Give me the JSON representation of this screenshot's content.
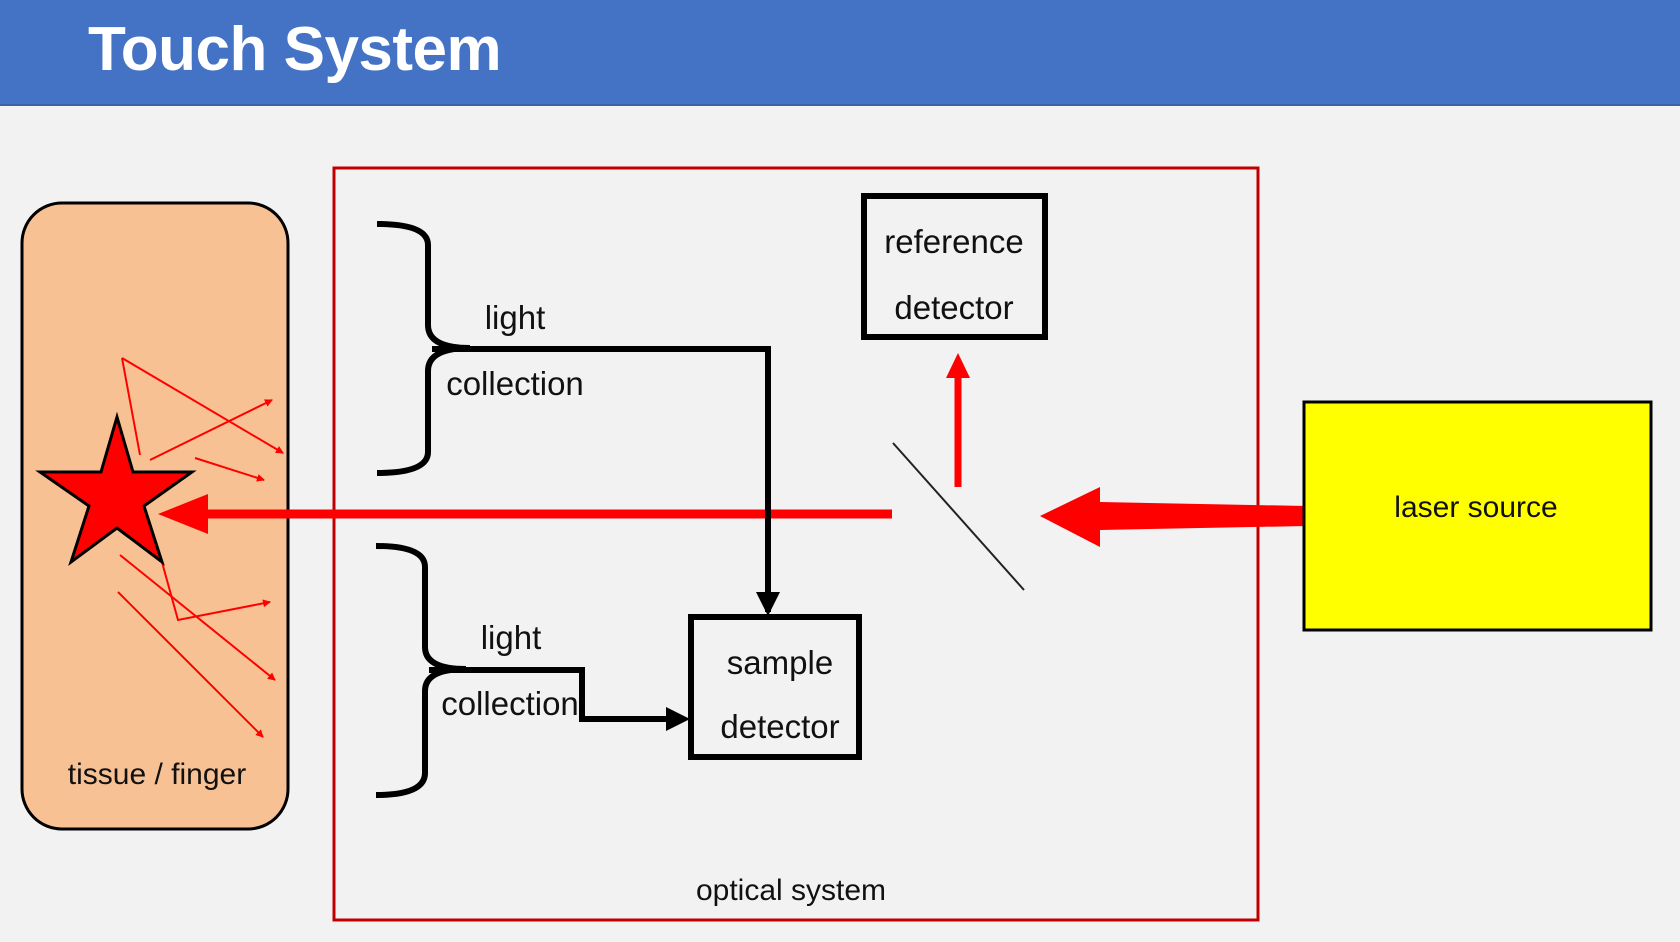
{
  "title": "Touch System",
  "labels": {
    "reference_line1": "reference",
    "reference_line2": "detector",
    "upper_light": "light",
    "upper_collection": "collection",
    "lower_light": "light",
    "lower_collection": "collection",
    "sample_line1": "sample",
    "sample_line2": "detector",
    "laser_source": "laser source",
    "tissue": "tissue / finger",
    "optical_system": "optical system"
  },
  "colors": {
    "title_bar": "#4472c4",
    "tissue_fill": "#f8c194",
    "laser_fill": "#ffff00",
    "optical_border": "#c00000",
    "beam": "#ff0000"
  }
}
